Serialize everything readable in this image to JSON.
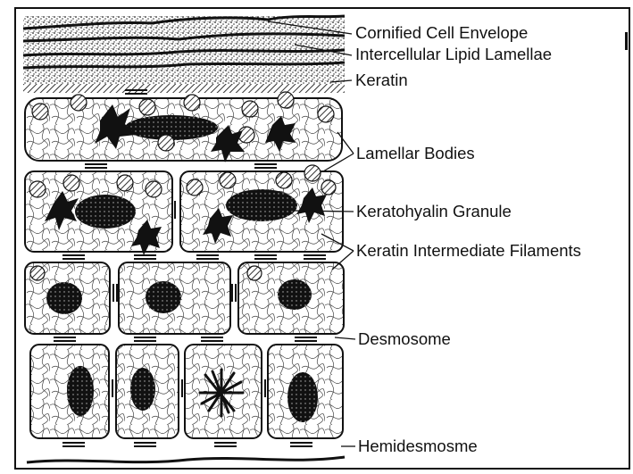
{
  "diagram": {
    "labels": {
      "cornified_envelope": "Cornified Cell Envelope",
      "lipid_lamellae": "Intercellular Lipid Lamellae",
      "keratin": "Keratin",
      "lamellar_bodies": "Lamellar Bodies",
      "keratohyalin": "Keratohyalin Granule",
      "filaments": "Keratin Intermediate Filaments",
      "desmosome": "Desmosome",
      "hemidesmosome": "Hemidesmosme"
    },
    "colors": {
      "ink": "#111111",
      "hatch": "#777777",
      "paper": "#ffffff"
    }
  }
}
